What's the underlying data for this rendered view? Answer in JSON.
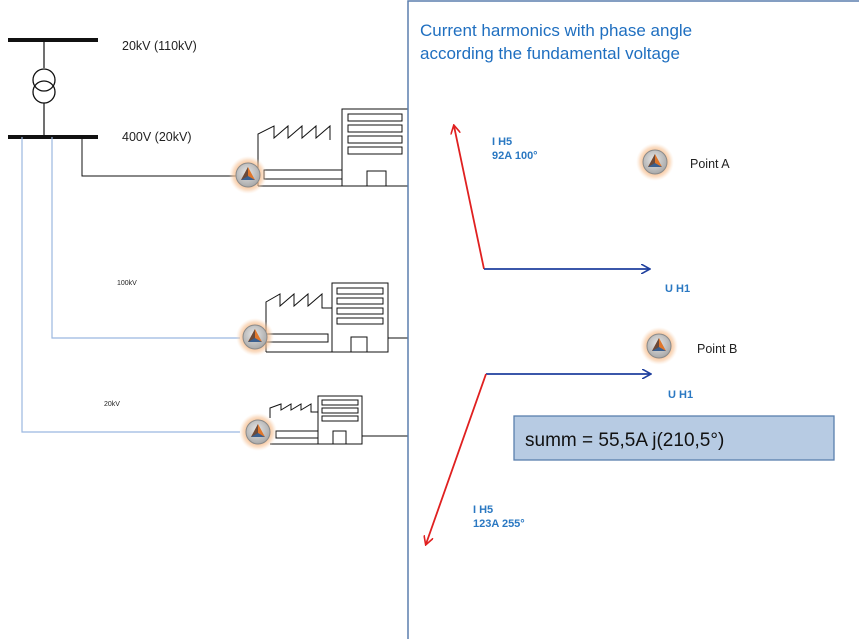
{
  "diagram": {
    "title_line1": "Current harmonics with phase angle",
    "title_line2": "according the fundamental voltage",
    "hv_label": "20kV (110kV)",
    "lv_label": "400V  (20kV)",
    "feeder2_label": "100kV",
    "feeder3_label": "20kV",
    "point_a": {
      "label": "Point A",
      "current_name": "I H5",
      "current_value": "92A  100°",
      "voltage_name": "U H1"
    },
    "point_b": {
      "label": "Point B",
      "current_name": "I H5",
      "current_value": "123A 255°",
      "voltage_name": "U H1"
    },
    "summ": "summ = 55,5A j(210,5°)"
  },
  "colors": {
    "phasor_current": "#e02020",
    "phasor_voltage": "#1f3f9e",
    "feeder_line_blue": "#9bb8e0",
    "summ_box_fill": "#b7cbe3",
    "summ_box_border": "#5a7fae",
    "panel_border": "#5b7fae",
    "label_blue": "#2a78c2"
  }
}
